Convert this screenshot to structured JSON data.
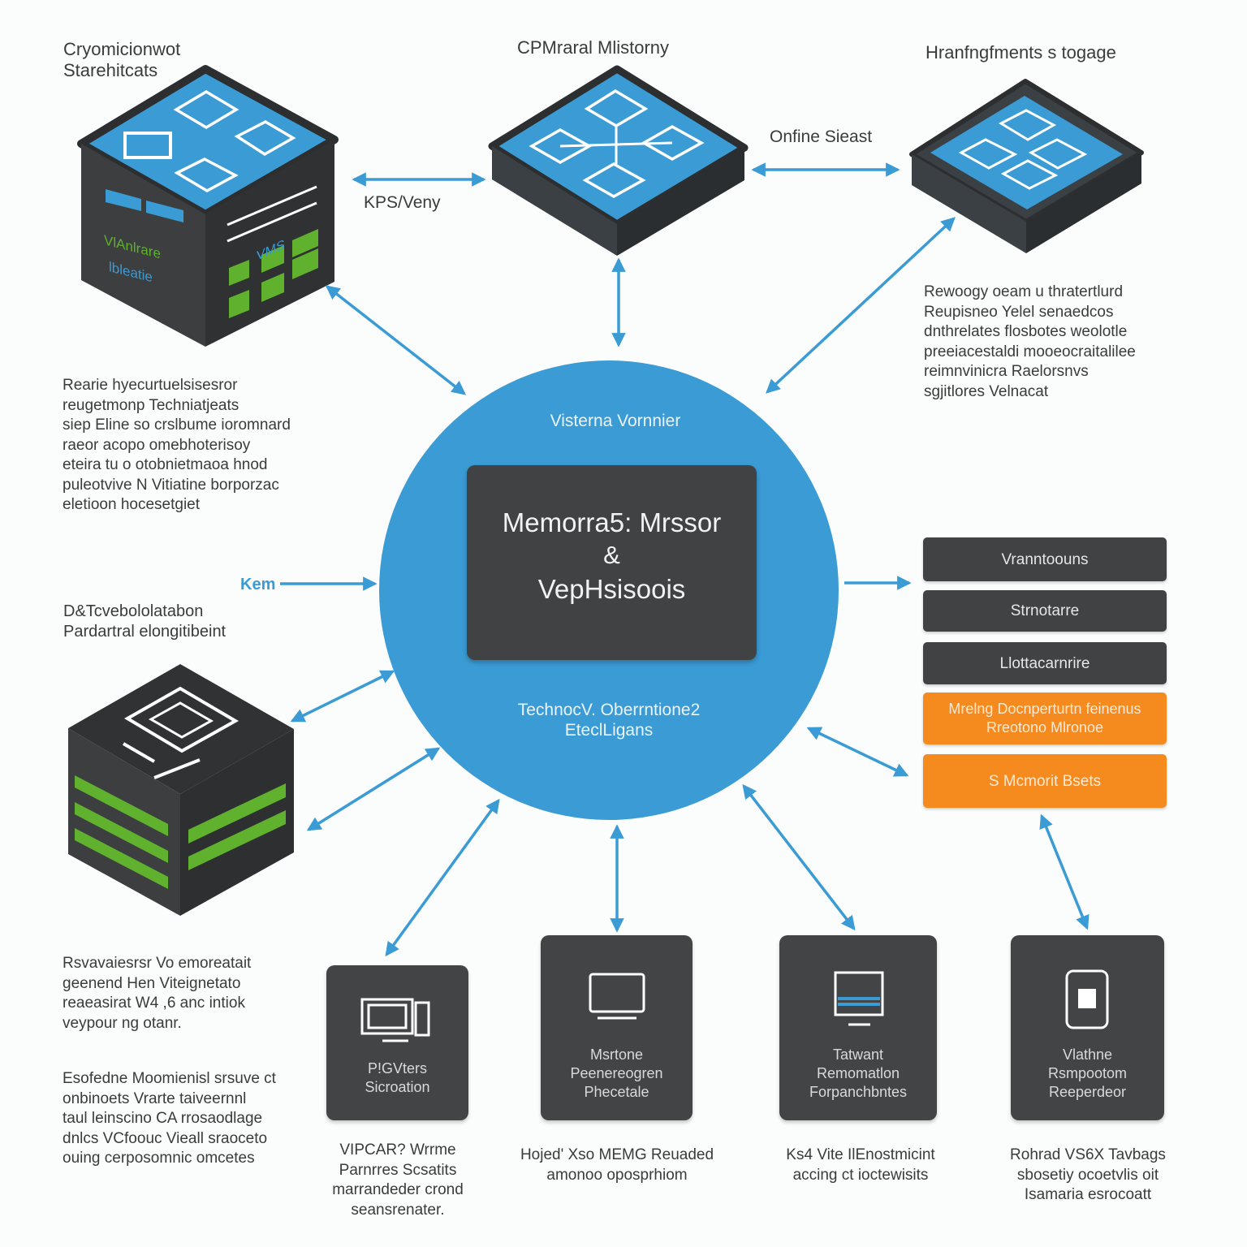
{
  "colors": {
    "accent_blue": "#3a9bd5",
    "panel_dark": "#414243",
    "orange": "#f58a1f",
    "green": "#5fb12e"
  },
  "top_left": {
    "label": "Cryomicionwot\nStarehitcats",
    "paragraph": "Rearie hyecurtuelsisesror\nreugetmonp Techniatjeats\nsiep Eline so crslbume ioromnard\nraeor acopo omebhoterisoy\neteira tu o otobnietmaoa hnod\npuleotvive N Vitiatine borporzac\neletioon  hocesetgiet",
    "side_text_1": "VlAnlrare",
    "side_text_2": "lbleatie",
    "side_text_3": "VMS"
  },
  "top_center": {
    "label": "CPMraral Mlistorny",
    "arrow_label": "KPS/Veny"
  },
  "top_right": {
    "label": "Hranfngfments s togage",
    "arrow_label": "Onfine Sieast",
    "paragraph": "Rewoogy oeam u thratertlurd\nReupisneo Yelel  senaedcos\ndnthrelates flosbotes weolotle\npreeiacestaldi mooeocraitalilee\nreimnvinicra Raelorsnvs\nsgjitlores Velnacat"
  },
  "left_middle": {
    "arrow_label": "Kem",
    "label": "D&Tcvebololatabon\nPardartral elongitibeint",
    "paragraph_1": "Rsvavaiesrsr Vo emoreatait\ngeenend Hen Viteignetato\nreaeasirat W4 ,6 anc intiok\nveypour ng otanr.",
    "paragraph_2": "Esofedne Moomienisl srsuve ct\nonbinoets Vrarte taiveernnl\ntaul leinscino CA rrosaodlage\ndnlcs VCfoouc Vieall sraoceto\nouing cerposomnic omcetes"
  },
  "hub": {
    "top_label": "Visterna Vornnier",
    "panel_line_1": "Memorra5: Mrssor",
    "panel_line_2": "&",
    "panel_line_3": "VepHsisoois",
    "bottom_label": "TechnocV. Oberrntione2\nEteclLigans"
  },
  "right_boxes": [
    {
      "label": "Vranntoouns",
      "style": "dark"
    },
    {
      "label": "Strnotarre",
      "style": "dark"
    },
    {
      "label": "Llottacarnrire",
      "style": "dark"
    },
    {
      "label": "Mrelng Docnperturtn feinenus\nRreotono Mlronoe",
      "style": "orange"
    },
    {
      "label": "S Mcmorit Bsets",
      "style": "orange"
    }
  ],
  "devices": [
    {
      "icon": "desktop-computer-icon",
      "label": "P!GVters\nSicroation",
      "caption": "VIPCAR? Wrrme\nParnrres Scsatits\nmarrandeder crond\nseansrenater."
    },
    {
      "icon": "monitor-icon",
      "label": "Msrtone\nPeenereogren\nPhecetale",
      "caption": "Hojed' Xso MEMG Reuaded\namonoo oposprhiom"
    },
    {
      "icon": "server-terminal-icon",
      "label": "Tatwant\nRemomatlon\nForpanchbntes",
      "caption": "Ks4 Vite IlEnostmicint\naccing ct ioctewisits"
    },
    {
      "icon": "tablet-icon",
      "label": "Vlathne\nRsmpootom\nReeperdeor",
      "caption": "Rohrad VS6X Tavbags\nsbosetiy ocoetvlis oit\nIsamaria esrocoatt"
    }
  ]
}
